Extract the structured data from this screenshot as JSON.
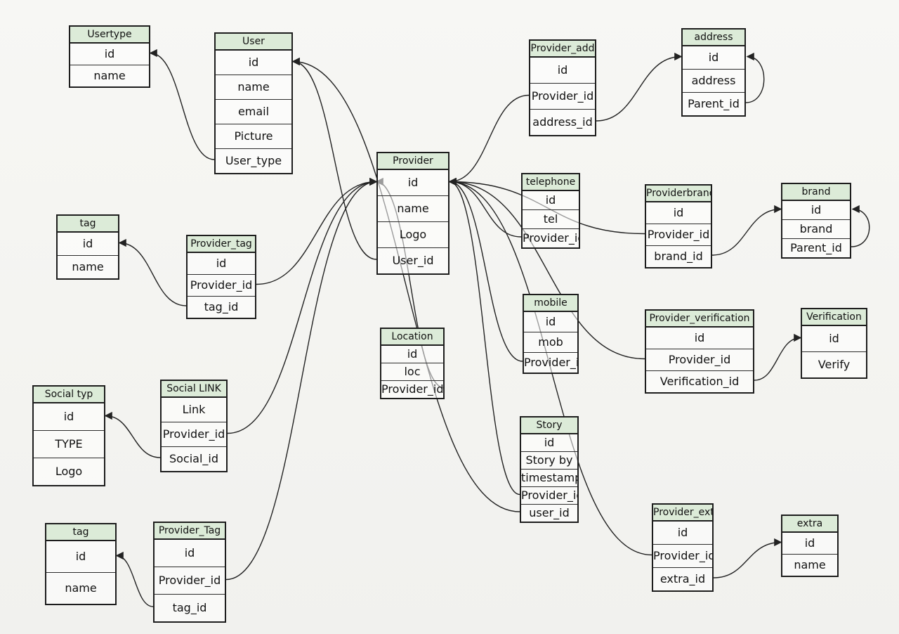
{
  "diagram": {
    "tables": [
      {
        "id": "usertype",
        "title": "Usertype",
        "fields": [
          "id",
          "name"
        ]
      },
      {
        "id": "user",
        "title": "User",
        "fields": [
          "id",
          "name",
          "email",
          "Picture",
          "User_type"
        ]
      },
      {
        "id": "provider_add",
        "title": "Provider_add",
        "fields": [
          "id",
          "Provider_id",
          "address_id"
        ]
      },
      {
        "id": "address",
        "title": "address",
        "fields": [
          "id",
          "address",
          "Parent_id"
        ]
      },
      {
        "id": "provider",
        "title": "Provider",
        "fields": [
          "id",
          "name",
          "Logo",
          "User_id"
        ]
      },
      {
        "id": "telephone",
        "title": "telephone",
        "fields": [
          "id",
          "tel",
          "Provider_id"
        ]
      },
      {
        "id": "providerbrand",
        "title": "Providerbrand",
        "fields": [
          "id",
          "Provider_id",
          "brand_id"
        ]
      },
      {
        "id": "brand",
        "title": "brand",
        "fields": [
          "id",
          "brand",
          "Parent_id"
        ]
      },
      {
        "id": "tag1",
        "title": "tag",
        "fields": [
          "id",
          "name"
        ]
      },
      {
        "id": "provider_tag1",
        "title": "Provider_tag",
        "fields": [
          "id",
          "Provider_id",
          "tag_id"
        ]
      },
      {
        "id": "location",
        "title": "Location",
        "fields": [
          "id",
          "loc",
          "Provider_id"
        ]
      },
      {
        "id": "mobile",
        "title": "mobile",
        "fields": [
          "id",
          "mob",
          "Provider_id"
        ]
      },
      {
        "id": "provider_verification",
        "title": "Provider_verification",
        "fields": [
          "id",
          "Provider_id",
          "Verification_id"
        ]
      },
      {
        "id": "verification",
        "title": "Verification",
        "fields": [
          "id",
          "Verify"
        ]
      },
      {
        "id": "social_type",
        "title": "Social typ",
        "fields": [
          "id",
          "TYPE",
          "Logo"
        ]
      },
      {
        "id": "social_link",
        "title": "Social LINK",
        "fields": [
          "Link",
          "Provider_id",
          "Social_id"
        ]
      },
      {
        "id": "story",
        "title": "Story",
        "fields": [
          "id",
          "Story by",
          "timestamp",
          "Provider_id",
          "user_id"
        ]
      },
      {
        "id": "tag2",
        "title": "tag",
        "fields": [
          "id",
          "name"
        ]
      },
      {
        "id": "provider_tag2",
        "title": "Provider_Tag",
        "fields": [
          "id",
          "Provider_id",
          "tag_id"
        ]
      },
      {
        "id": "provider_extra",
        "title": "Provider_extra",
        "fields": [
          "id",
          "Provider_id",
          "extra_id"
        ]
      },
      {
        "id": "extra",
        "title": "extra",
        "fields": [
          "id",
          "name"
        ]
      }
    ],
    "relations": [
      {
        "from": "user.User_type",
        "to": "usertype.id"
      },
      {
        "from": "provider.User_id",
        "to": "user.id"
      },
      {
        "from": "story.user_id",
        "to": "user.id"
      },
      {
        "from": "provider_add.Provider_id",
        "to": "provider.id"
      },
      {
        "from": "provider_add.address_id",
        "to": "address.id"
      },
      {
        "from": "address.Parent_id",
        "to": "address.id"
      },
      {
        "from": "telephone.Provider_id",
        "to": "provider.id"
      },
      {
        "from": "providerbrand.Provider_id",
        "to": "provider.id"
      },
      {
        "from": "providerbrand.brand_id",
        "to": "brand.id"
      },
      {
        "from": "brand.Parent_id",
        "to": "brand.id"
      },
      {
        "from": "provider_tag1.tag_id",
        "to": "tag1.id"
      },
      {
        "from": "provider_tag1.Provider_id",
        "to": "provider.id"
      },
      {
        "from": "location.Provider_id",
        "to": "provider.id"
      },
      {
        "from": "mobile.Provider_id",
        "to": "provider.id"
      },
      {
        "from": "provider_verification.Provider_id",
        "to": "provider.id"
      },
      {
        "from": "provider_verification.Verification_id",
        "to": "verification.id"
      },
      {
        "from": "social_link.Social_id",
        "to": "social_type.id"
      },
      {
        "from": "social_link.Provider_id",
        "to": "provider.id"
      },
      {
        "from": "story.Provider_id",
        "to": "provider.id"
      },
      {
        "from": "provider_tag2.tag_id",
        "to": "tag2.id"
      },
      {
        "from": "provider_tag2.Provider_id",
        "to": "provider.id"
      },
      {
        "from": "provider_extra.Provider_id",
        "to": "provider.id"
      },
      {
        "from": "provider_extra.extra_id",
        "to": "extra.id"
      }
    ]
  }
}
